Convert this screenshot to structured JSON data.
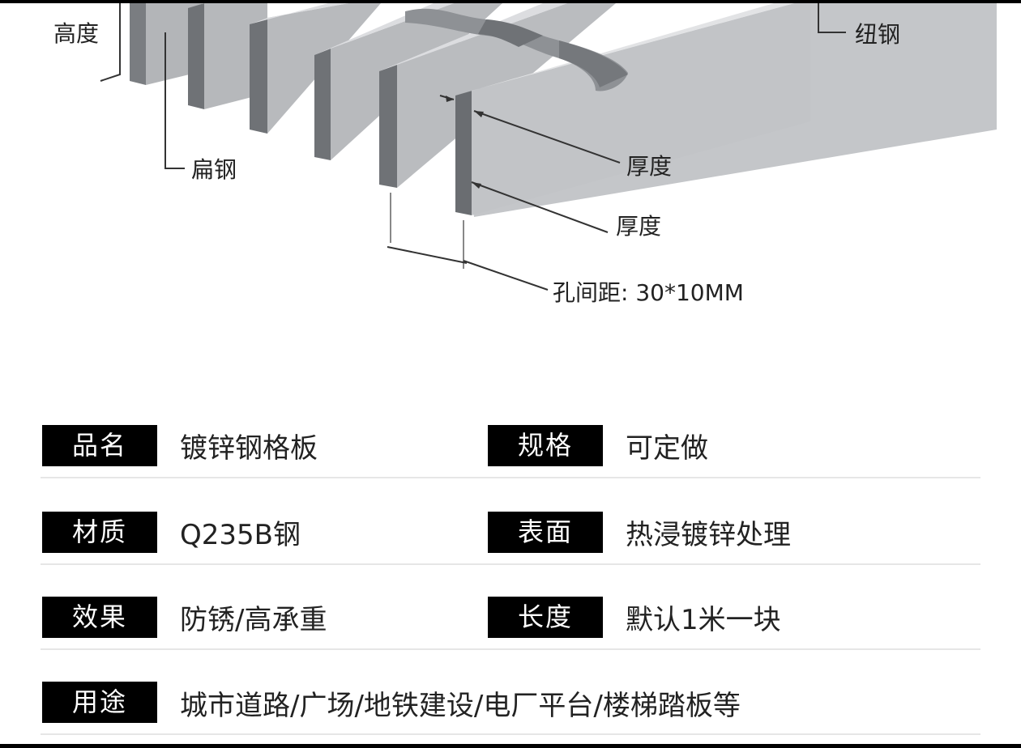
{
  "diagram": {
    "labels": {
      "height": "高度",
      "flat_bar": "扁钢",
      "twisted_bar": "纽钢",
      "thickness_1": "厚度",
      "thickness_2": "厚度",
      "pitch": "孔间距: 30*10MM"
    }
  },
  "specs": [
    [
      {
        "key": "品名",
        "value": "镀锌钢格板"
      },
      {
        "key": "规格",
        "value": "可定做"
      }
    ],
    [
      {
        "key": "材质",
        "value": "Q235B钢"
      },
      {
        "key": "表面",
        "value": "热浸镀锌处理"
      }
    ],
    [
      {
        "key": "效果",
        "value": "防锈/高承重"
      },
      {
        "key": "长度",
        "value": "默认1米一块"
      }
    ],
    [
      {
        "key": "用途",
        "value": "城市道路/广场/地铁建设/电厂平台/楼梯踏板等"
      }
    ]
  ],
  "colors": {
    "label_bg": "#000000",
    "label_text": "#ffffff",
    "steel_face": "#b8babd",
    "steel_edge": "#6f7276"
  }
}
